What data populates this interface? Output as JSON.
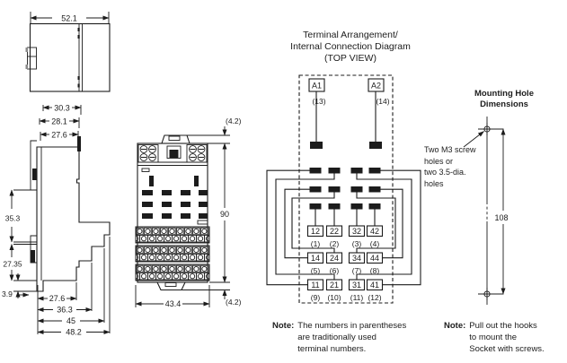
{
  "top_view": {
    "width_dim": "52.1"
  },
  "side_view": {
    "top_dims": [
      "30.3",
      "28.1",
      "27.6"
    ],
    "left_dims": [
      "35.3",
      "27.35",
      "3.9"
    ],
    "bottom_dims": [
      "27.6",
      "36.3",
      "45",
      "48.2"
    ]
  },
  "front_view": {
    "top_dim": "(4.2)",
    "height_dim": "90",
    "bottom_dim": "(4.2)",
    "width_dim": "43.4"
  },
  "terminal_diagram": {
    "title": [
      "Terminal Arrangement/",
      "Internal Connection Diagram",
      "(TOP VIEW)"
    ],
    "coil_terminals": [
      {
        "label": "A1",
        "paren": "(13)"
      },
      {
        "label": "A2",
        "paren": "(14)"
      }
    ],
    "terminal_rows": [
      {
        "cells": [
          {
            "n": "12",
            "p": "(1)"
          },
          {
            "n": "22",
            "p": "(2)"
          },
          {
            "n": "32",
            "p": "(3)"
          },
          {
            "n": "42",
            "p": "(4)"
          }
        ]
      },
      {
        "cells": [
          {
            "n": "14",
            "p": "(5)"
          },
          {
            "n": "24",
            "p": "(6)"
          },
          {
            "n": "34",
            "p": "(7)"
          },
          {
            "n": "44",
            "p": "(8)"
          }
        ]
      },
      {
        "cells": [
          {
            "n": "11",
            "p": "(9)"
          },
          {
            "n": "21",
            "p": "(10)"
          },
          {
            "n": "31",
            "p": "(11)"
          },
          {
            "n": "41",
            "p": "(12)"
          }
        ]
      }
    ]
  },
  "mounting": {
    "title": [
      "Mounting Hole",
      "Dimensions"
    ],
    "callout": [
      "Two M3 screw",
      "holes or",
      "two 3.5-dia.",
      "holes"
    ],
    "pitch_dim": "108"
  },
  "notes": [
    {
      "label": "Note:",
      "lines": [
        "The numbers in parentheses",
        "are traditionally used",
        "terminal numbers."
      ]
    },
    {
      "label": "Note:",
      "lines": [
        "Pull out the hooks",
        "to mount the",
        "Socket with screws."
      ]
    }
  ],
  "colors": {
    "line": "#1c1c1c",
    "background": "#ffffff"
  }
}
